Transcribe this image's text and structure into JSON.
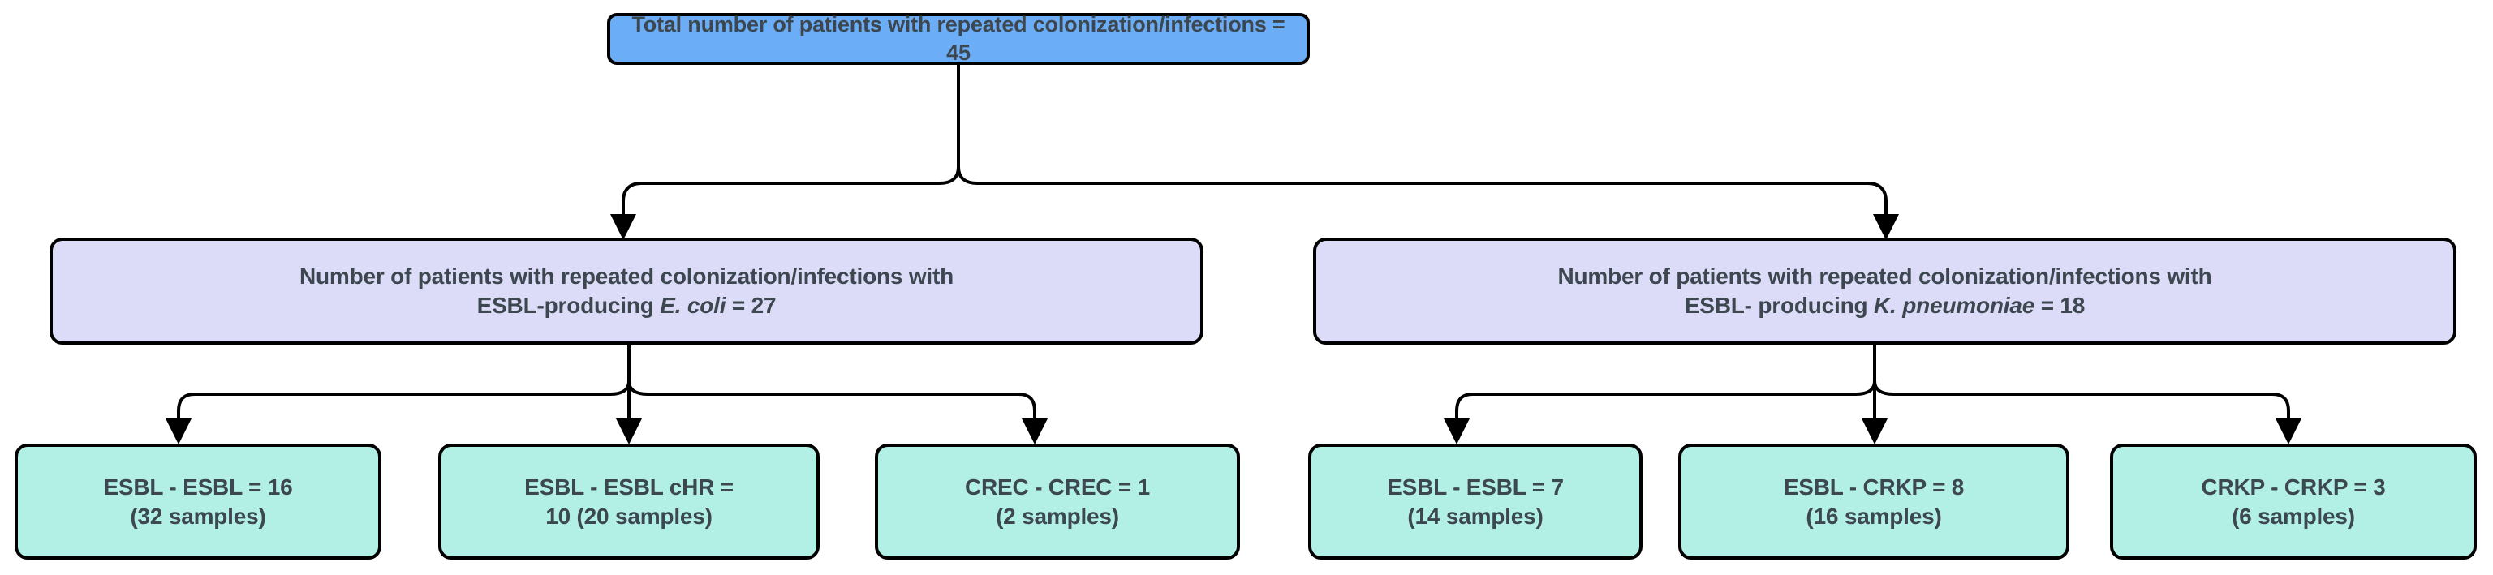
{
  "diagram": {
    "type": "flowchart",
    "title_node": {
      "id": "root",
      "label": "Total number of patients with repeated colonization/infections = 45",
      "count": 45,
      "fill": "#6cadf7"
    },
    "level2": [
      {
        "id": "ecoli",
        "line1": "Number of patients with repeated colonization/infections with",
        "line2_pre": "ESBL-producing ",
        "line2_italic": "E. coli",
        "line2_post": " = 27",
        "count": 27,
        "fill": "#dcdcf8"
      },
      {
        "id": "kpneumo",
        "line1": "Number of patients with repeated colonization/infections with",
        "line2_pre": "ESBL- producing ",
        "line2_italic": "K. pneumoniae",
        "line2_post": "  = 18",
        "count": 18,
        "fill": "#dcdcf8"
      }
    ],
    "leaves": [
      {
        "id": "esbl-esbl-16",
        "line1": "ESBL - ESBL = 16",
        "line2": "(32 samples)",
        "count": 16,
        "samples": 32,
        "fill": "#b2f0e6"
      },
      {
        "id": "esbl-esbl-chr-10",
        "line1": "ESBL - ESBL cHR =",
        "line2": "10 (20 samples)",
        "count": 10,
        "samples": 20,
        "fill": "#b2f0e6"
      },
      {
        "id": "crec-crec-1",
        "line1": "CREC - CREC = 1",
        "line2": "(2 samples)",
        "count": 1,
        "samples": 2,
        "fill": "#b2f0e6"
      },
      {
        "id": "esbl-esbl-7",
        "line1": "ESBL - ESBL = 7",
        "line2": "(14 samples)",
        "count": 7,
        "samples": 14,
        "fill": "#b2f0e6"
      },
      {
        "id": "esbl-crkp-8",
        "line1": "ESBL - CRKP = 8",
        "line2": "(16 samples)",
        "count": 8,
        "samples": 16,
        "fill": "#b2f0e6"
      },
      {
        "id": "crkp-crkp-3",
        "line1": "CRKP - CRKP = 3",
        "line2": "(6 samples)",
        "count": 3,
        "samples": 6,
        "fill": "#b2f0e6"
      }
    ],
    "colors": {
      "root_fill": "#6cadf7",
      "level2_fill": "#dcdcf8",
      "leaf_fill": "#b2f0e6",
      "border": "#000000",
      "text": "#3d4750",
      "background": "#ffffff"
    }
  }
}
